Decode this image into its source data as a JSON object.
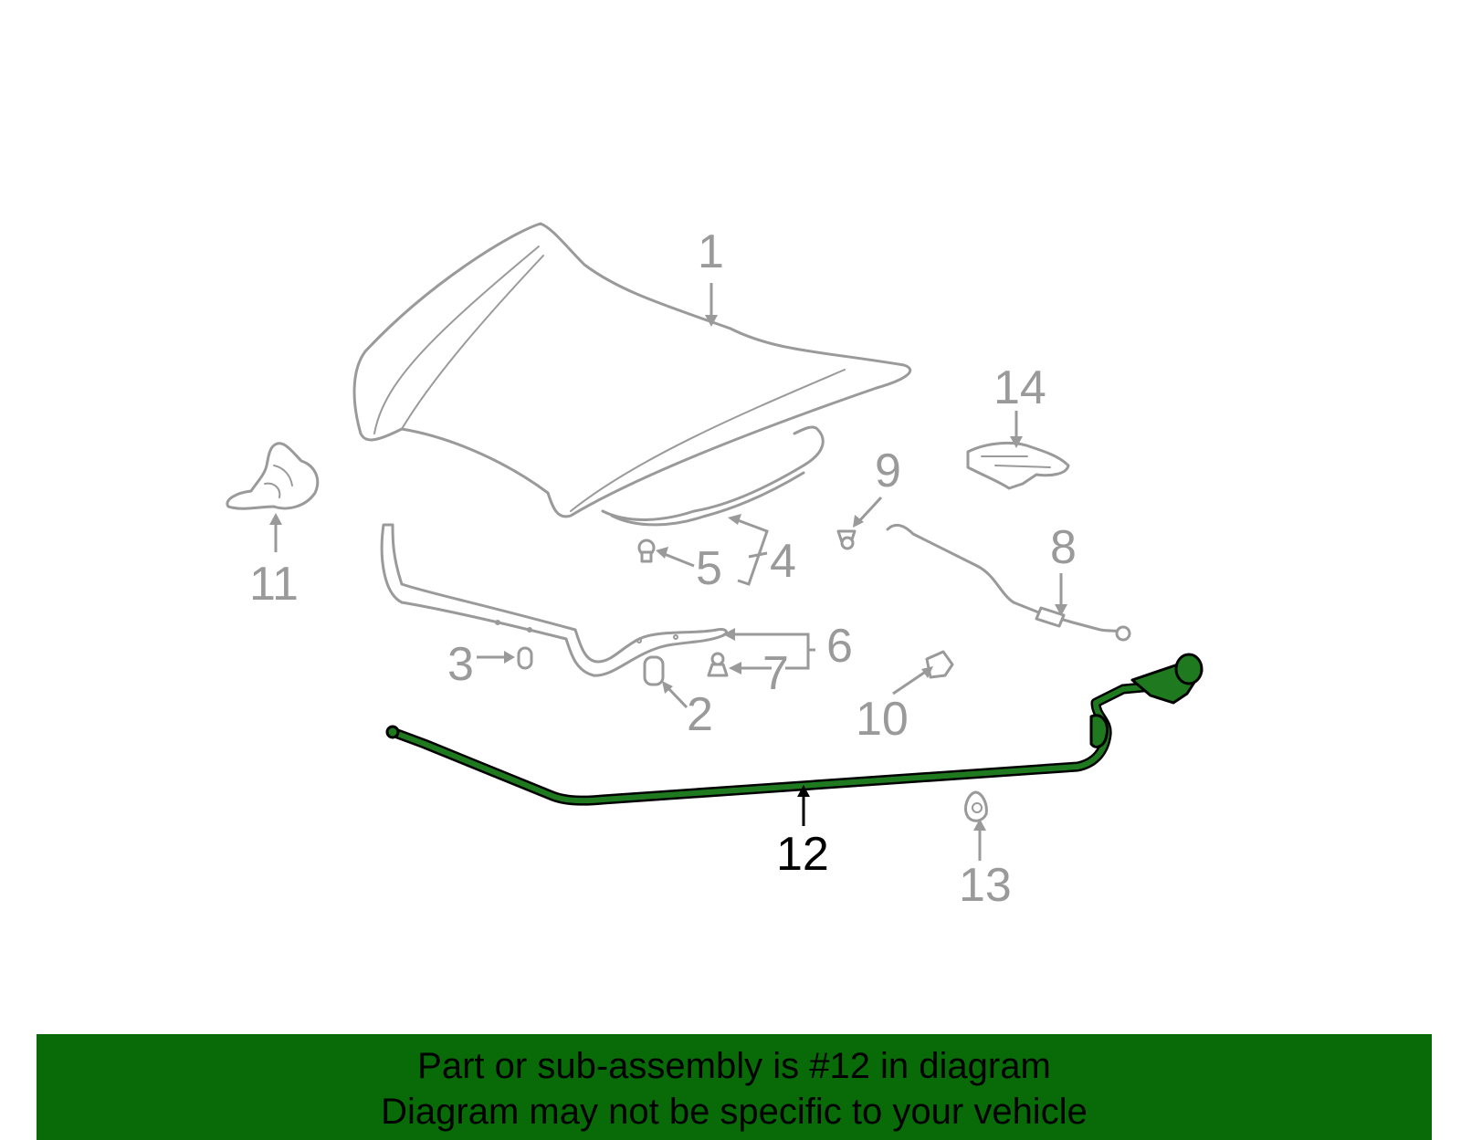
{
  "diagram": {
    "highlighted_part": "12",
    "callouts": {
      "c1": "1",
      "c2": "2",
      "c3": "3",
      "c4": "4",
      "c5": "5",
      "c6": "6",
      "c7": "7",
      "c8": "8",
      "c9": "9",
      "c10": "10",
      "c11": "11",
      "c12": "12",
      "c13": "13",
      "c14": "14"
    },
    "colors": {
      "highlight": "#1f7a1f",
      "line": "#9a9a9a",
      "banner": "#086b08"
    }
  },
  "banner": {
    "line1": "Part or sub-assembly is #12 in diagram",
    "line2": "Diagram may not be specific to your vehicle"
  }
}
